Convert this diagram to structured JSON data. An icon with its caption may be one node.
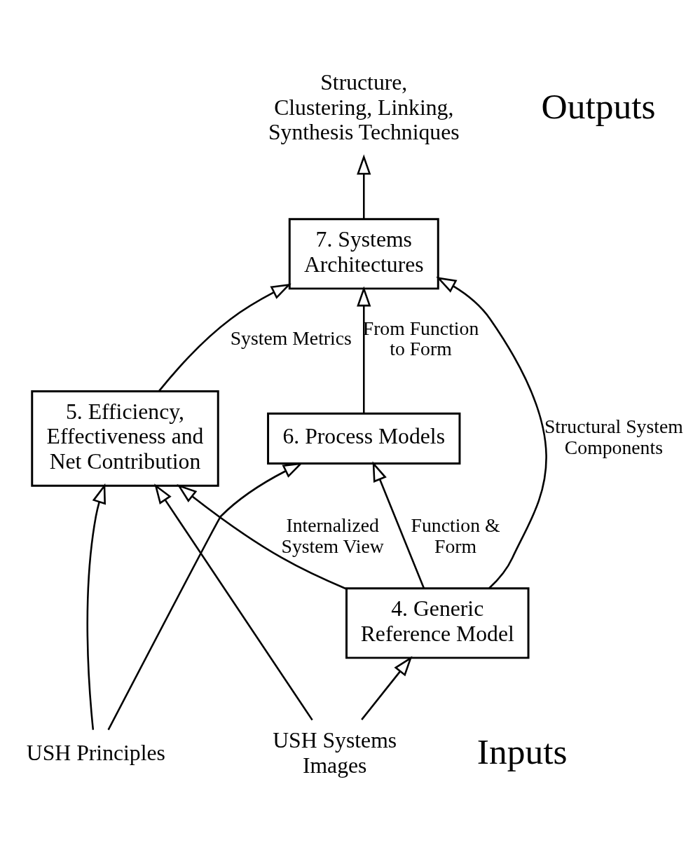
{
  "diagram": {
    "nodes": [
      {
        "text": [
          "Structure, Clustering, Linking, Synthesis Techniques"
        ]
      },
      {
        "text": [
          "7. Systems Architectures"
        ]
      },
      {
        "text": [
          "5. Efficiency, Effectiveness and Net Contribution"
        ]
      },
      {
        "text": [
          "6. Process Models"
        ]
      },
      {
        "text": [
          "4. Generic Reference Model"
        ]
      },
      {
        "text": [
          "USH Systems Images"
        ]
      },
      {
        "text": [
          "USH Principles"
        ]
      }
    ],
    "edges": [
      {
        "from": 1,
        "to": 0,
        "arrow": "to"
      },
      {
        "from": 2,
        "to": 1,
        "arrow": "to",
        "label": "System Metrics"
      },
      {
        "from": 4,
        "to": 1,
        "arrow": "to",
        "label": "Structural System Components"
      },
      {
        "from": 3,
        "to": 1,
        "arrow": "to",
        "label": "From Function to Form"
      },
      {
        "from": 4,
        "to": 2,
        "arrow": "to",
        "label": "Internalized System View"
      },
      {
        "from": 4,
        "to": 3,
        "arrow": "to",
        "label": "Function & Form"
      },
      {
        "from": 5,
        "to": 4,
        "arrow": "to"
      },
      {
        "from": 5,
        "to": 2,
        "arrow": "to"
      },
      {
        "from": 6,
        "to": 2,
        "arrow": "to"
      },
      {
        "from": 6,
        "to": 3,
        "arrow": "to"
      }
    ],
    "labels": [
      "Outputs",
      "Inputs"
    ]
  }
}
